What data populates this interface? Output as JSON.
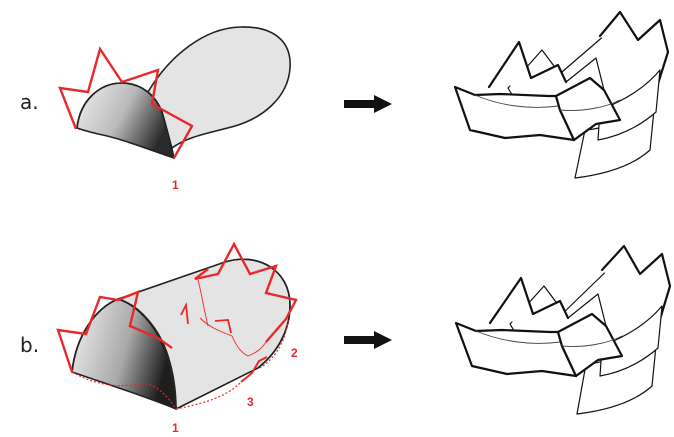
{
  "rows": [
    {
      "label": "a.",
      "markers": [
        "1"
      ]
    },
    {
      "label": "b.",
      "markers": [
        "1",
        "2",
        "3"
      ]
    }
  ],
  "colors": {
    "accent": "#e8292b",
    "ink": "#222222",
    "surface": "#e4e4e4"
  },
  "icons": {
    "transform_arrow": "right-arrow-icon"
  }
}
